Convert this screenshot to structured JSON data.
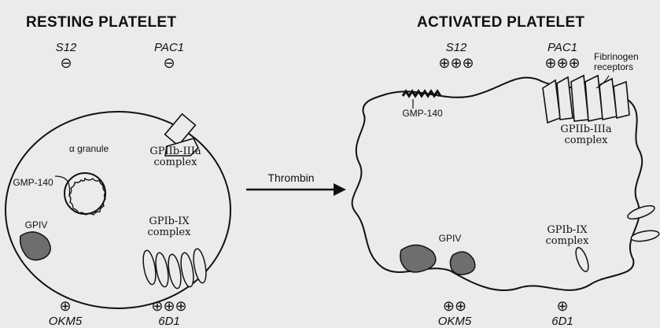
{
  "titles": {
    "resting": "RESTING PLATELET",
    "activated": "ACTIVATED PLATELET"
  },
  "resting": {
    "antibodies_top": [
      {
        "name": "S12",
        "marker": "⊖"
      },
      {
        "name": "PAC1",
        "marker": "⊖"
      }
    ],
    "antibodies_bottom": [
      {
        "name": "OKM5",
        "marker": "⊕"
      },
      {
        "name": "6D1",
        "marker": "⊕⊕⊕"
      }
    ],
    "labels": {
      "alpha_granule": "α granule",
      "gmp140": "GMP-140",
      "gp2b3a_line1": "GPIIb-IIIa",
      "gp2b3a_line2": "complex",
      "gpiv": "GPIV",
      "gpib_line1": "GPIb-IX",
      "gpib_line2": "complex"
    }
  },
  "activated": {
    "antibodies_top": [
      {
        "name": "S12",
        "marker": "⊕⊕⊕"
      },
      {
        "name": "PAC1",
        "marker": "⊕⊕⊕"
      }
    ],
    "antibodies_bottom": [
      {
        "name": "OKM5",
        "marker": "⊕⊕"
      },
      {
        "name": "6D1",
        "marker": "⊕"
      }
    ],
    "labels": {
      "fibrinogen_line1": "Fibrinogen",
      "fibrinogen_line2": "receptors",
      "gmp140": "GMP-140",
      "gp2b3a_line1": "GPIIb-IIIa",
      "gp2b3a_line2": "complex",
      "gpiv": "GPIV",
      "gpib_line1": "GPIb-IX",
      "gpib_line2": "complex"
    }
  },
  "transition": {
    "label": "Thrombin"
  },
  "colors": {
    "background": "#ebebeb",
    "ink": "#111111",
    "receptor_shade": "#6e6e6e"
  }
}
